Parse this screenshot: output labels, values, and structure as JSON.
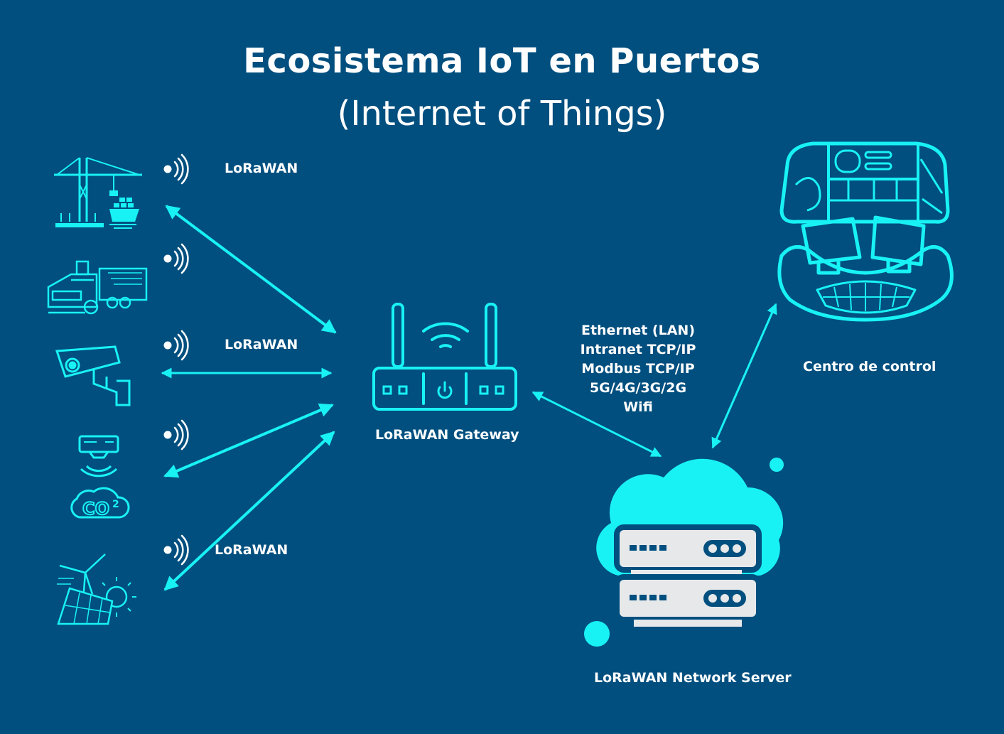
{
  "title": "Ecosistema IoT en Puertos",
  "subtitle": "(Internet of Things)",
  "colors": {
    "background": "#004f7f",
    "accent": "#19f2f5",
    "server_gray": "#e6e8ea",
    "text": "#ffffff"
  },
  "devices": [
    {
      "icon": "port-crane-ship-icon",
      "label": "LoRaWAN"
    },
    {
      "icon": "truck-icon",
      "label": ""
    },
    {
      "icon": "security-camera-icon",
      "label": "LoRaWAN"
    },
    {
      "icon": "co2-sensor-icon",
      "label": ""
    },
    {
      "icon": "renewable-energy-icon",
      "label": "LoRaWAN"
    }
  ],
  "gateway": {
    "icon": "router-icon",
    "label": "LoRaWAN Gateway"
  },
  "protocols": [
    "Ethernet (LAN)",
    "Intranet TCP/IP",
    "Modbus TCP/IP",
    "5G/4G/3G/2G",
    "Wifi"
  ],
  "network_server": {
    "icon": "cloud-server-icon",
    "label": "LoRaWAN Network Server"
  },
  "control_center": {
    "icon": "control-room-icon",
    "label": "Centro de control"
  }
}
